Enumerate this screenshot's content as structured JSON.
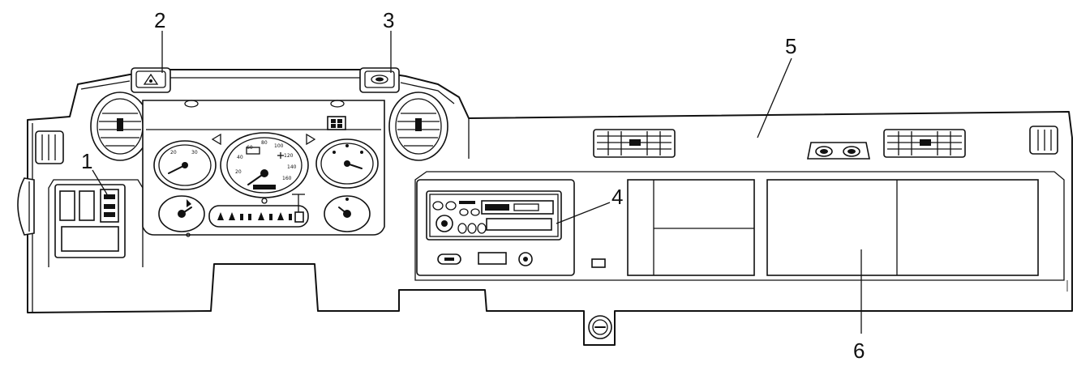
{
  "callouts": [
    {
      "id": "1",
      "label": "1"
    },
    {
      "id": "2",
      "label": "2"
    },
    {
      "id": "3",
      "label": "3"
    },
    {
      "id": "4",
      "label": "4"
    },
    {
      "id": "5",
      "label": "5"
    },
    {
      "id": "6",
      "label": "6"
    }
  ],
  "gauges": {
    "left_top": "20",
    "left_top2": "30",
    "speedo_40": "40",
    "speedo_60": "60",
    "speedo_80": "80",
    "speedo_100": "100",
    "speedo_120": "120",
    "speedo_140": "140",
    "speedo_160": "160",
    "speedo_20": "20"
  }
}
